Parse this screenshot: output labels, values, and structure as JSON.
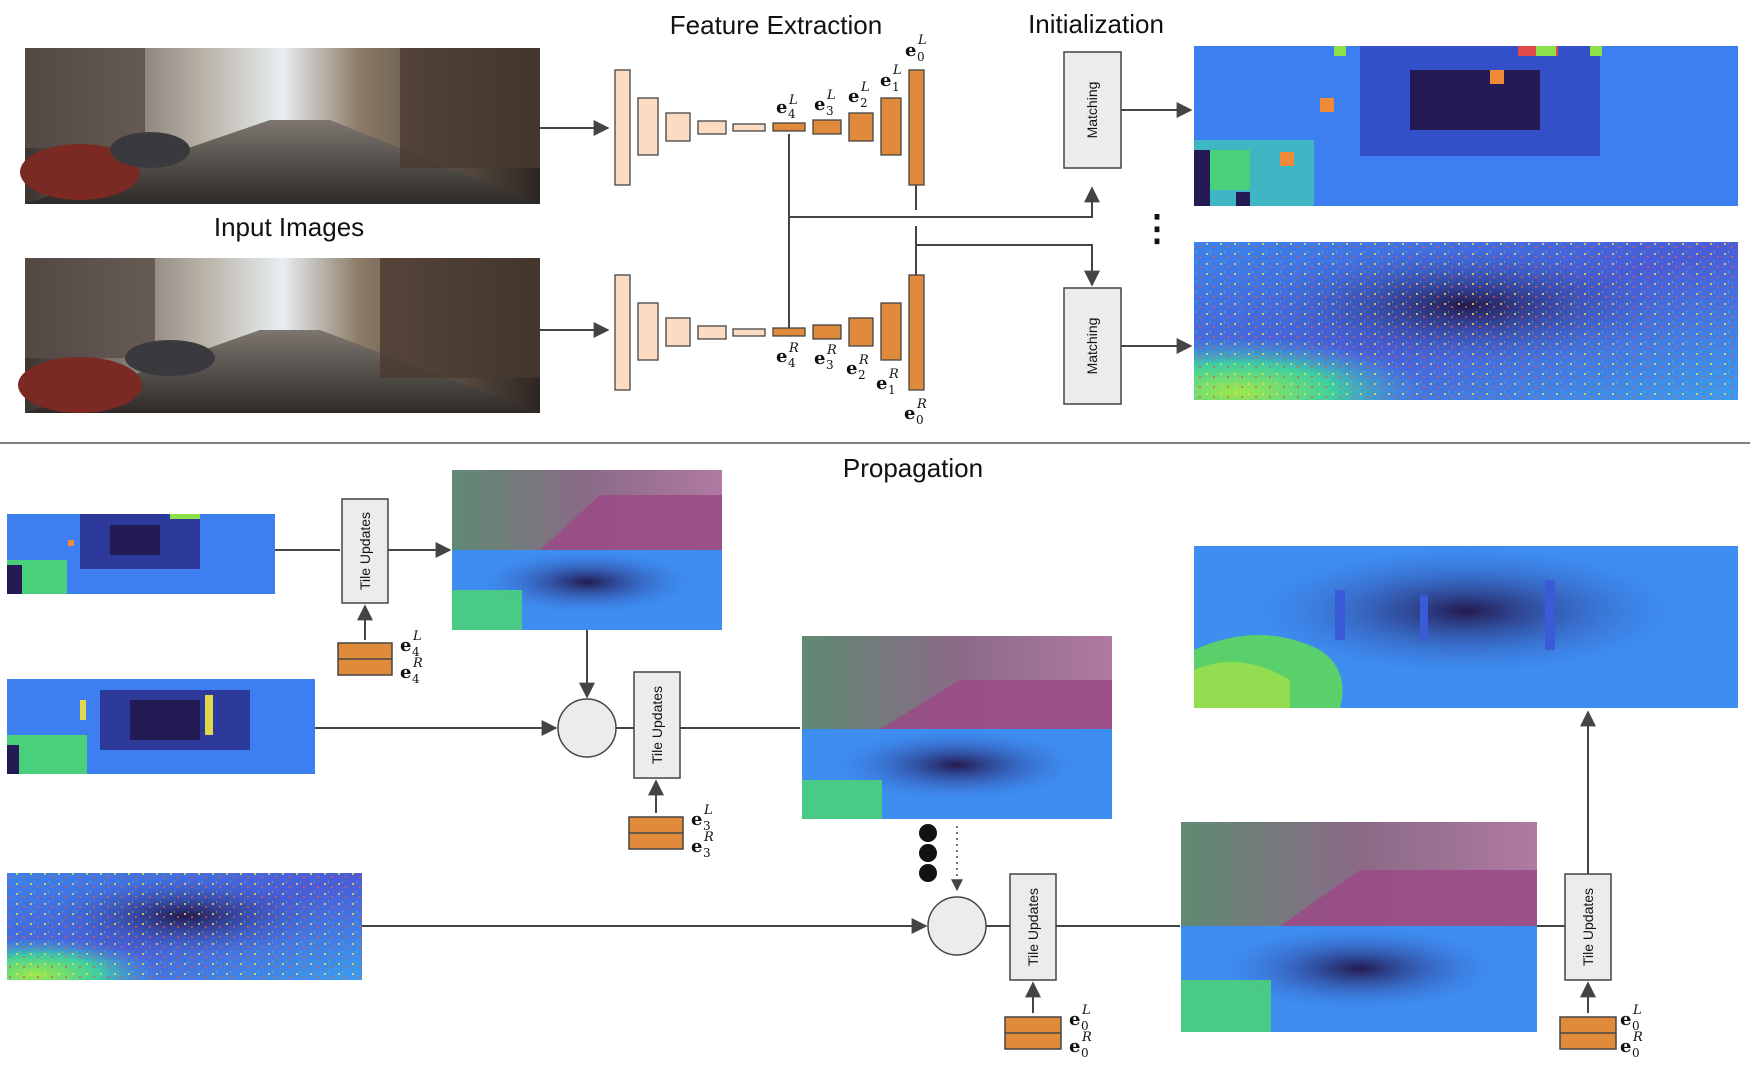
{
  "titles": {
    "feature_extraction": "Feature Extraction",
    "initialization": "Initialization",
    "input_images": "Input Images",
    "propagation": "Propagation"
  },
  "blocks": {
    "matching": "Matching",
    "tile_updates": "Tile Updates"
  },
  "feature_labels": {
    "left": [
      "e",
      "4",
      "L",
      "3",
      "L",
      "2",
      "L",
      "1",
      "L",
      "0",
      "L"
    ],
    "right": [
      "e",
      "4",
      "R",
      "3",
      "R",
      "2",
      "R",
      "1",
      "R",
      "0",
      "R"
    ]
  },
  "features": {
    "e4L": {
      "base": "e",
      "sub": "4",
      "sup": "L"
    },
    "e3L": {
      "base": "e",
      "sub": "3",
      "sup": "L"
    },
    "e2L": {
      "base": "e",
      "sub": "2",
      "sup": "L"
    },
    "e1L": {
      "base": "e",
      "sub": "1",
      "sup": "L"
    },
    "e0L": {
      "base": "e",
      "sub": "0",
      "sup": "L"
    },
    "e4R": {
      "base": "e",
      "sub": "4",
      "sup": "R"
    },
    "e3R": {
      "base": "e",
      "sub": "3",
      "sup": "R"
    },
    "e2R": {
      "base": "e",
      "sub": "2",
      "sup": "R"
    },
    "e1R": {
      "base": "e",
      "sub": "1",
      "sup": "R"
    },
    "e0R": {
      "base": "e",
      "sub": "0",
      "sup": "R"
    }
  },
  "colors": {
    "feature_light": "#fbdcc2",
    "feature_dark": "#e08a3c",
    "stroke": "#444444",
    "box_fill": "#ececec",
    "disp_blue": "#3f8ff0",
    "disp_dark": "#2a1f5c",
    "disp_green": "#3fd06a",
    "tile_purple": "#8a4a7a",
    "tile_green": "#5b8a6f"
  },
  "ellipsis": "⋮"
}
